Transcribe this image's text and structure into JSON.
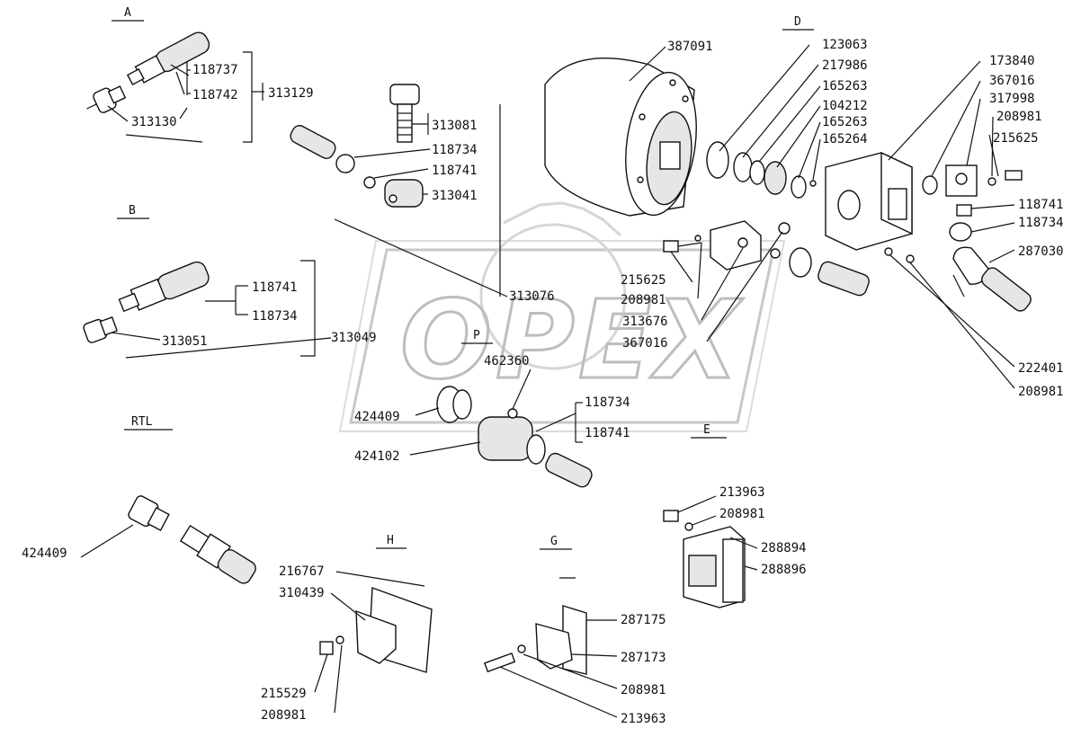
{
  "watermark": {
    "text": "OPEX"
  },
  "sections": {
    "A": "A",
    "B": "B",
    "D": "D",
    "P": "P",
    "E": "E",
    "RTL": "RTL",
    "H": "H",
    "G": "G"
  },
  "labels": {
    "p118737": "118737",
    "p118742": "118742",
    "p313129": "313129",
    "p313130": "313130",
    "p313081": "313081",
    "p118734a": "118734",
    "p118741a": "118741",
    "p313041": "313041",
    "p313076": "313076",
    "p118741b": "118741",
    "p118734b": "118734",
    "p313051": "313051",
    "p313049": "313049",
    "p387091": "387091",
    "p123063": "123063",
    "p217986": "217986",
    "p165263a": "165263",
    "p104212": "104212",
    "p165263b": "165263",
    "p165264": "165264",
    "p173840": "173840",
    "p367016a": "367016",
    "p317998": "317998",
    "p208981a": "208981",
    "p215625a": "215625",
    "p118741c": "118741",
    "p118734c": "118734",
    "p287030": "287030",
    "p215625b": "215625",
    "p208981b": "208981",
    "p313676": "313676",
    "p367016b": "367016",
    "p222401": "222401",
    "p208981c": "208981",
    "p462360": "462360",
    "p424409a": "424409",
    "p118734d": "118734",
    "p118741d": "118741",
    "p424102": "424102",
    "p424409b": "424409",
    "p213963a": "213963",
    "p208981d": "208981",
    "p288894": "288894",
    "p288896": "288896",
    "p216767": "216767",
    "p310439": "310439",
    "p215529": "215529",
    "p208981e": "208981",
    "p287175": "287175",
    "p287173": "287173",
    "p208981f": "208981",
    "p213963b": "213963"
  }
}
